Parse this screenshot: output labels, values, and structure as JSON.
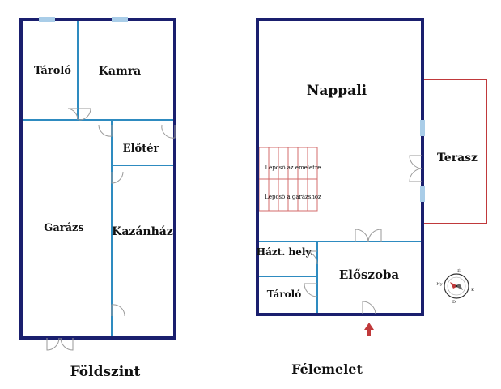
{
  "ground_floor": {
    "caption": "Földszint",
    "rooms": {
      "taroló": "Tároló",
      "kamra": "Kamra",
      "eloter": "Előtér",
      "garazs": "Garázs",
      "kazanhaz": "Kazánház"
    }
  },
  "mezzanine": {
    "caption": "Félemelet",
    "rooms": {
      "nappali": "Nappali",
      "terasz": "Terasz",
      "haztartasi": "Házt. hely.",
      "eloszoba": "Előszoba",
      "tarolo": "Tároló"
    },
    "stairs": {
      "up": "Lépcső az emeletre",
      "down": "Lépcső a garázshoz"
    }
  },
  "compass": {
    "labels": [
      "É",
      "K",
      "D",
      "Ny"
    ]
  },
  "colors": {
    "outer_wall": "#1a1f6e",
    "inner_wall": "#2e8bc0",
    "window": "#a9cde8",
    "terrace": "#c0393b",
    "stairs": "#d36b6b",
    "door": "#9a9a9a",
    "entry_arrow": "#c0393b"
  }
}
